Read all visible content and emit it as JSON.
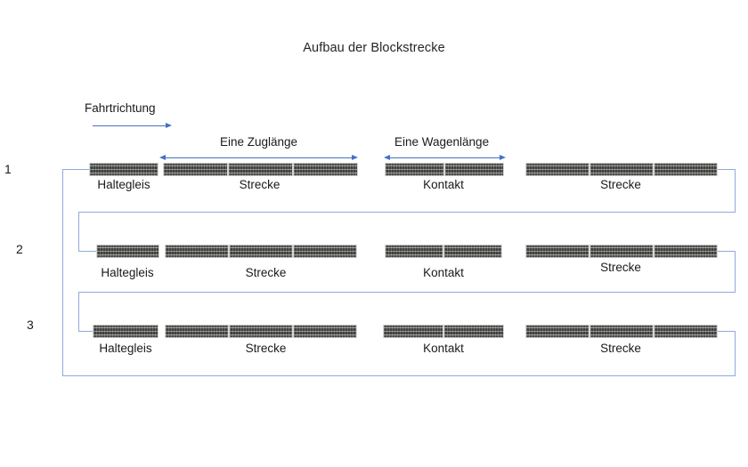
{
  "diagram": {
    "title": "Aufbau der Blockstrecke",
    "accent_blue": "#4472C4",
    "connector_blue": "#8FAADC",
    "track_dark": "#3F3F3D",
    "annotations": [
      {
        "id": "fahrtrichtung",
        "label": "Fahrtrichtung",
        "arrow": "single-right"
      },
      {
        "id": "zuglaenge",
        "label": "Eine Zuglänge",
        "arrow": "double"
      },
      {
        "id": "wagenlaenge",
        "label": "Eine Wagenlänge",
        "arrow": "double"
      }
    ],
    "rows": [
      {
        "number": "1",
        "blocks": [
          {
            "label": "Haltegleis",
            "segments": 1
          },
          {
            "label": "Strecke",
            "segments": 3
          },
          {
            "label": "Kontakt",
            "segments": 2
          },
          {
            "label": "Strecke",
            "segments": 3
          }
        ]
      },
      {
        "number": "2",
        "blocks": [
          {
            "label": "Haltegleis",
            "segments": 1
          },
          {
            "label": "Strecke",
            "segments": 3
          },
          {
            "label": "Kontakt",
            "segments": 2
          },
          {
            "label": "Strecke",
            "segments": 3
          }
        ]
      },
      {
        "number": "3",
        "blocks": [
          {
            "label": "Haltegleis",
            "segments": 1
          },
          {
            "label": "Strecke",
            "segments": 3
          },
          {
            "label": "Kontakt",
            "segments": 2
          },
          {
            "label": "Strecke",
            "segments": 3
          }
        ]
      }
    ]
  }
}
